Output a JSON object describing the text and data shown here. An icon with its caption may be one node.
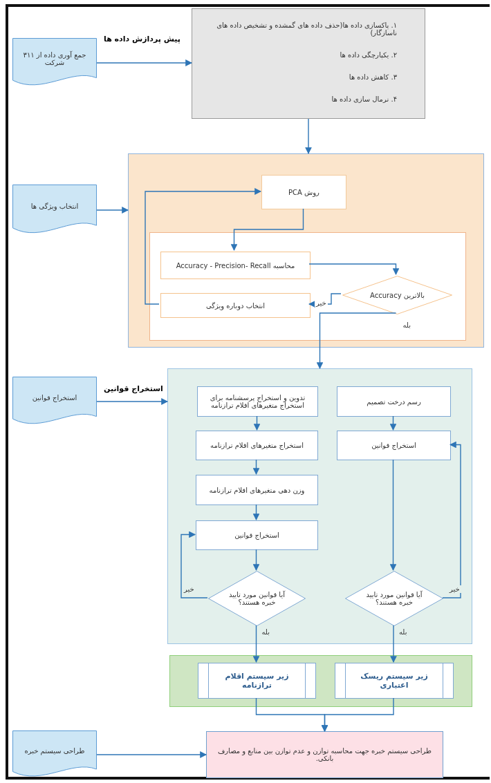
{
  "diagram": {
    "nodes": [
      {
        "text": [
          "جمع آوری داده از ۳۱۱ شرکت"
        ]
      },
      {
        "text": [
          "۱. پاکسازی داده ها(حذف داده های گمشده و تشخیص داده های ناسازگار)",
          "۲. یکپارچگی داده ها",
          "۳. کاهش داده ها",
          "۴. نرمال سازی داده ها"
        ]
      },
      {
        "text": [
          "انتخاب ویژگی ها"
        ]
      },
      {
        "text": [],
        "shape": "box"
      },
      {
        "text": [
          "روش PCA"
        ],
        "in": 3
      },
      {
        "text": [],
        "shape": "box",
        "in": 3
      },
      {
        "text": [
          "محاسبه Accuracy - Precision- Recall"
        ],
        "in": 5
      },
      {
        "text": [
          "بالاترین Accuracy"
        ],
        "in": 5
      },
      {
        "text": [
          "انتخاب دوباره ویژگی"
        ],
        "in": 5
      },
      {
        "text": [
          "استخراج قوانین"
        ]
      },
      {
        "text": [],
        "shape": "box"
      },
      {
        "text": [
          "تدوین و استخراج پرسشنامه برای استخراج متغیرهای اقلام ترازنامه"
        ],
        "in": 10
      },
      {
        "text": [
          "رسم درخت تصمیم"
        ],
        "in": 10
      },
      {
        "text": [
          "استخراج متغیرهای اقلام ترازنامه"
        ],
        "in": 10
      },
      {
        "text": [
          "استخراج قوانین"
        ],
        "in": 10
      },
      {
        "text": [
          "وزن دهی متغیرهای اقلام ترازنامه"
        ],
        "in": 10
      },
      {
        "text": [
          "استخراج قوانین"
        ],
        "in": 10
      },
      {
        "text": [
          "آیا قوانین مورد تایید خبره هستند؟"
        ],
        "in": 10
      },
      {
        "text": [
          "آیا قوانین مورد تایید خبره هستند؟"
        ],
        "in": 10
      },
      {
        "text": [],
        "shape": "box"
      },
      {
        "text": [
          "زیر سیستم اقلام ترازنامه"
        ],
        "in": 19
      },
      {
        "text": [
          "زیر سیستم ریسک اعتباری"
        ],
        "in": 19
      },
      {
        "text": [
          "طراحی سیستم خبره"
        ]
      },
      {
        "text": [
          "طراحی سیستم خبره جهت محاسبه توازن و عدم توازن بین منابع و مصارف بانکی."
        ]
      }
    ],
    "edges": [
      {
        "from": 0,
        "to": 1,
        "arrow": "to"
      },
      {
        "from": 1,
        "to": 3,
        "arrow": "to"
      },
      {
        "from": 2,
        "to": 3,
        "arrow": "to"
      },
      {
        "from": 4,
        "to": 6,
        "arrow": "to"
      },
      {
        "from": 6,
        "to": 7,
        "arrow": "to"
      },
      {
        "from": 7,
        "to": 8,
        "arrow": "to",
        "label": "خیر"
      },
      {
        "from": 8,
        "to": 4,
        "arrow": "to"
      },
      {
        "from": 7,
        "to": 10,
        "arrow": "to",
        "label": "بله"
      },
      {
        "from": 9,
        "to": 10,
        "arrow": "to"
      },
      {
        "from": 11,
        "to": 13,
        "arrow": "to"
      },
      {
        "from": 13,
        "to": 15,
        "arrow": "to"
      },
      {
        "from": 15,
        "to": 16,
        "arrow": "to"
      },
      {
        "from": 16,
        "to": 17,
        "arrow": "to"
      },
      {
        "from": 17,
        "to": 16,
        "arrow": "to",
        "label": "خیر"
      },
      {
        "from": 17,
        "to": 20,
        "arrow": "to",
        "label": "بله"
      },
      {
        "from": 12,
        "to": 14,
        "arrow": "to"
      },
      {
        "from": 14,
        "to": 18,
        "arrow": "to"
      },
      {
        "from": 18,
        "to": 14,
        "arrow": "to",
        "label": "خیر"
      },
      {
        "from": 18,
        "to": 21,
        "arrow": "to",
        "label": "بله"
      },
      {
        "from": 20,
        "to": 23,
        "arrow": "to"
      },
      {
        "from": 21,
        "to": 23,
        "arrow": "to"
      },
      {
        "from": 22,
        "to": 23,
        "arrow": "to"
      }
    ],
    "labels": [
      "پیش پردازش داده ها",
      "استخراج قوانین"
    ]
  }
}
